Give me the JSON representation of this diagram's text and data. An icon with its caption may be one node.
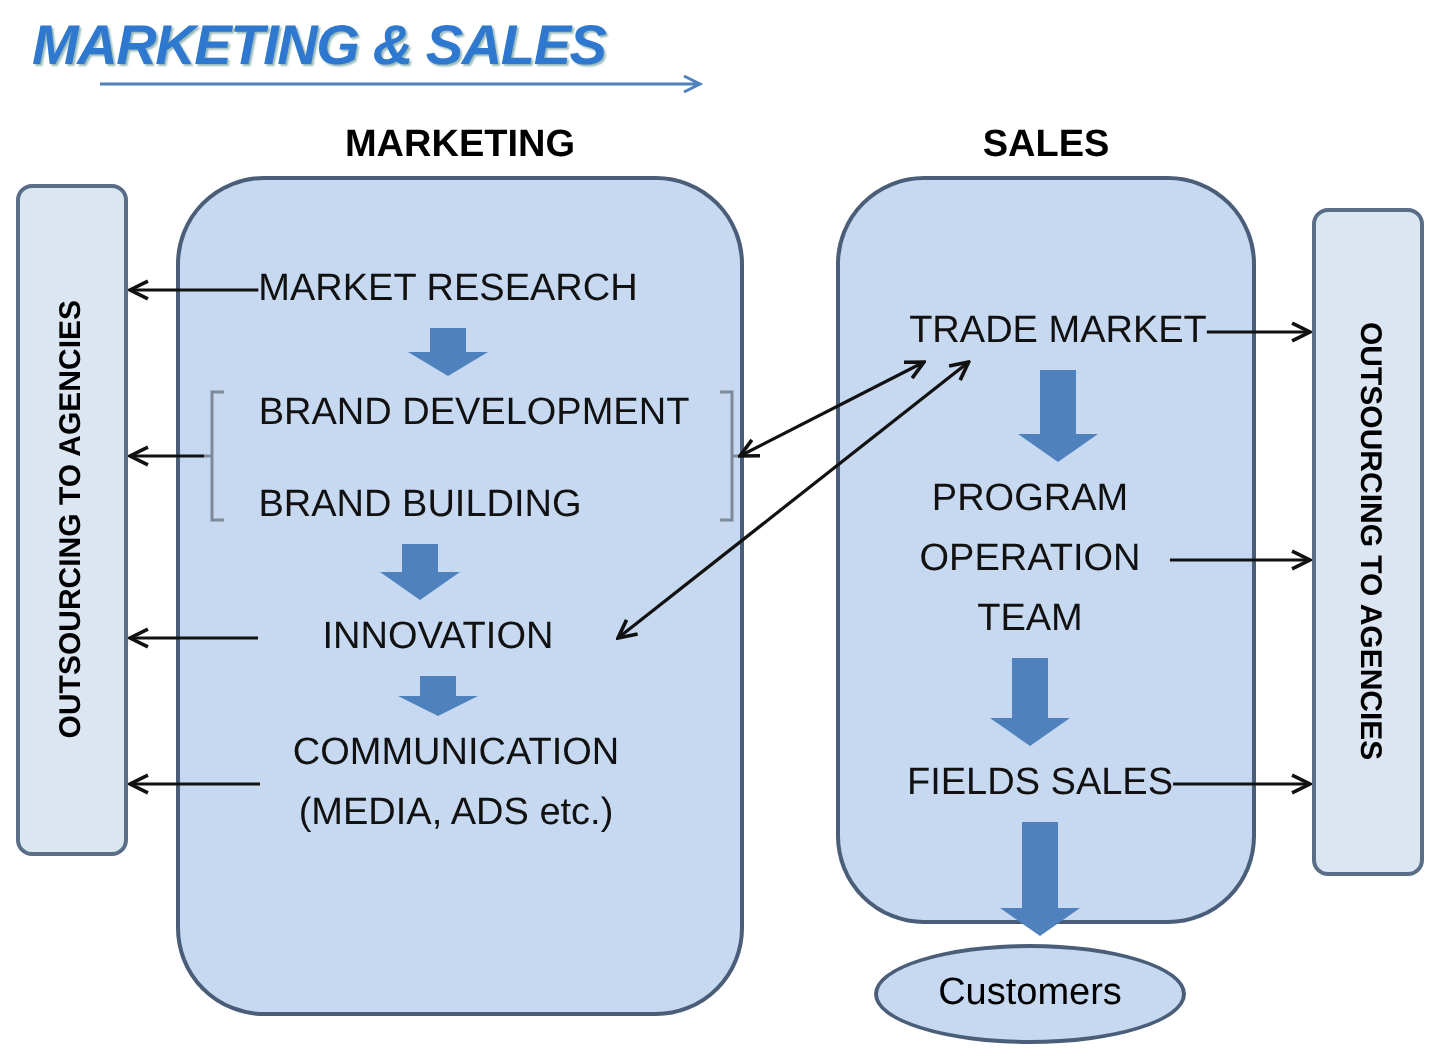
{
  "diagram": {
    "title": "MARKETING & SALES",
    "nodes": [
      {
        "text": [
          "OUTSOURCING TO AGENCIES"
        ]
      },
      {
        "text": [
          "MARKETING"
        ]
      },
      {
        "text": [
          "MARKET RESEARCH"
        ],
        "in": 1
      },
      {
        "text": [],
        "shape": "bracket",
        "in": 1
      },
      {
        "text": [
          "BRAND DEVELOPMENT"
        ],
        "in": 3
      },
      {
        "text": [
          "BRAND BUILDING"
        ],
        "in": 3
      },
      {
        "text": [
          "INNOVATION"
        ],
        "in": 1
      },
      {
        "text": [
          "COMMUNICATION (MEDIA, ADS etc.)"
        ],
        "in": 1
      },
      {
        "text": [
          "SALES"
        ]
      },
      {
        "text": [
          "TRADE MARKET"
        ],
        "in": 8
      },
      {
        "text": [
          "PROGRAM OPERATION TEAM"
        ],
        "in": 8
      },
      {
        "text": [
          "FIELDS SALES"
        ],
        "in": 8
      },
      {
        "text": [
          "OUTSOURCING TO AGENCIES"
        ]
      },
      {
        "text": [
          "Customers"
        ]
      }
    ],
    "edges": [
      {
        "from": 2,
        "to": 0,
        "arrow": "to"
      },
      {
        "from": 3,
        "to": 0,
        "arrow": "to"
      },
      {
        "from": 6,
        "to": 0,
        "arrow": "to"
      },
      {
        "from": 7,
        "to": 0,
        "arrow": "to"
      },
      {
        "from": 3,
        "to": 9,
        "arrow": "both"
      },
      {
        "from": 6,
        "to": 9,
        "arrow": "both"
      },
      {
        "from": 9,
        "to": 12,
        "arrow": "to"
      },
      {
        "from": 10,
        "to": 12,
        "arrow": "to"
      },
      {
        "from": 11,
        "to": 12,
        "arrow": "to"
      },
      {
        "from": 2,
        "to": 4,
        "arrow": "to",
        "style": "thick",
        "color": "#4f81bd"
      },
      {
        "from": 5,
        "to": 6,
        "arrow": "to",
        "style": "thick",
        "color": "#4f81bd"
      },
      {
        "from": 6,
        "to": 7,
        "arrow": "to",
        "style": "thick",
        "color": "#4f81bd"
      },
      {
        "from": 9,
        "to": 10,
        "arrow": "to",
        "style": "thick",
        "color": "#4f81bd"
      },
      {
        "from": 10,
        "to": 11,
        "arrow": "to",
        "style": "thick",
        "color": "#4f81bd"
      },
      {
        "from": 11,
        "to": 13,
        "arrow": "to",
        "style": "thick",
        "color": "#4f81bd"
      }
    ]
  }
}
